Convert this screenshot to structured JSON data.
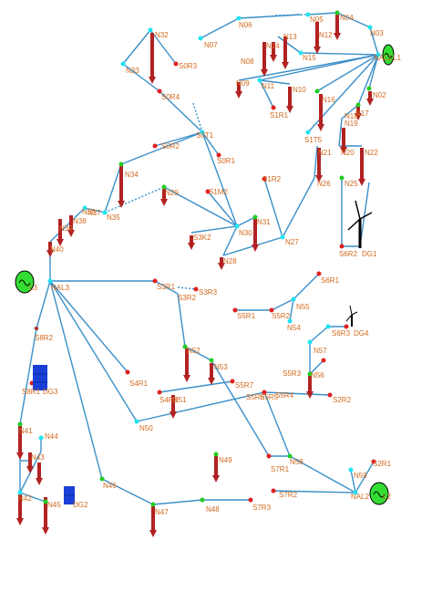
{
  "colors": {
    "edge": "#3a8fc9",
    "label": "#d2691e",
    "node_cyan": "#1fe3f0",
    "node_red": "#e02020",
    "node_green": "#22cc22",
    "load_arrow": "#b22222",
    "dg_block": "#1a3fd6",
    "generator": "#33dd33"
  },
  "labels": [
    {
      "id": "N32",
      "text": "N32"
    },
    {
      "id": "N33",
      "text": "N33"
    },
    {
      "id": "S0R3",
      "text": "S0R3"
    },
    {
      "id": "N07",
      "text": "N07"
    },
    {
      "id": "N06",
      "text": "N06"
    },
    {
      "id": "N05",
      "text": "N05"
    },
    {
      "id": "N04",
      "text": "N04"
    },
    {
      "id": "N03",
      "text": "N03"
    },
    {
      "id": "N13",
      "text": "N13"
    },
    {
      "id": "N12",
      "text": "N12"
    },
    {
      "id": "N14",
      "text": "N14"
    },
    {
      "id": "N15",
      "text": "N15"
    },
    {
      "id": "NAL1",
      "text": "NAL1"
    },
    {
      "id": "N08",
      "text": "N08"
    },
    {
      "id": "N09",
      "text": "N09"
    },
    {
      "id": "N11",
      "text": "N11"
    },
    {
      "id": "N10",
      "text": "N10"
    },
    {
      "id": "N02",
      "text": "N02"
    },
    {
      "id": "S0R4",
      "text": "S0R4"
    },
    {
      "id": "S1R1",
      "text": "S1R1"
    },
    {
      "id": "N16",
      "text": "N16"
    },
    {
      "id": "N17",
      "text": "N17"
    },
    {
      "id": "N18",
      "text": "N18"
    },
    {
      "id": "N19",
      "text": "N19"
    },
    {
      "id": "S0T1",
      "text": "S0T1"
    },
    {
      "id": "S1T5",
      "text": "S1T5"
    },
    {
      "id": "S0R2",
      "text": "S0R2"
    },
    {
      "id": "S0R1",
      "text": "S0R1"
    },
    {
      "id": "N21",
      "text": "N21"
    },
    {
      "id": "N20",
      "text": "N20"
    },
    {
      "id": "N22",
      "text": "N22"
    },
    {
      "id": "N34",
      "text": "N34"
    },
    {
      "id": "S1R2",
      "text": "S1R2"
    },
    {
      "id": "N26",
      "text": "N26"
    },
    {
      "id": "N25",
      "text": "N25"
    },
    {
      "id": "N29",
      "text": "N29"
    },
    {
      "id": "S1M2",
      "text": "S1M2"
    },
    {
      "id": "N36",
      "text": "N36"
    },
    {
      "id": "N35",
      "text": "N35"
    },
    {
      "id": "N37",
      "text": "N37"
    },
    {
      "id": "N38",
      "text": "N38"
    },
    {
      "id": "N39",
      "text": "N39"
    },
    {
      "id": "N31",
      "text": "N31"
    },
    {
      "id": "N30",
      "text": "N30"
    },
    {
      "id": "S3K2",
      "text": "S3K2"
    },
    {
      "id": "N27",
      "text": "N27"
    },
    {
      "id": "N40",
      "text": "N40"
    },
    {
      "id": "N28",
      "text": "N28"
    },
    {
      "id": "S6R2",
      "text": "S6R2"
    },
    {
      "id": "DG1",
      "text": "DG1"
    },
    {
      "id": "L3",
      "text": "L3"
    },
    {
      "id": "NAL3",
      "text": "NAL3"
    },
    {
      "id": "S3R1",
      "text": "S3R1"
    },
    {
      "id": "S3R2",
      "text": "S3R2"
    },
    {
      "id": "S3R3",
      "text": "S3R3"
    },
    {
      "id": "S6R1",
      "text": "S6R1"
    },
    {
      "id": "N55",
      "text": "N55"
    },
    {
      "id": "S5R1",
      "text": "S5R1"
    },
    {
      "id": "S5R2",
      "text": "S5R2"
    },
    {
      "id": "N54",
      "text": "N54"
    },
    {
      "id": "S8R2",
      "text": "S8R2"
    },
    {
      "id": "S6R3",
      "text": "S6R3"
    },
    {
      "id": "DG4",
      "text": "DG4"
    },
    {
      "id": "N52",
      "text": "N52"
    },
    {
      "id": "N57",
      "text": "N57"
    },
    {
      "id": "N53",
      "text": "N53"
    },
    {
      "id": "S5R3",
      "text": "S5R3"
    },
    {
      "id": "N56",
      "text": "N56"
    },
    {
      "id": "S4R1",
      "text": "S4R1"
    },
    {
      "id": "S5R7",
      "text": "S5R7"
    },
    {
      "id": "S8R1",
      "text": "S8R1"
    },
    {
      "id": "DG3",
      "text": "DG3"
    },
    {
      "id": "S4R2",
      "text": "S4R2"
    },
    {
      "id": "N51",
      "text": "N51"
    },
    {
      "id": "S5R6",
      "text": "S5R6"
    },
    {
      "id": "S5R5",
      "text": "S5R5"
    },
    {
      "id": "S5R4",
      "text": "S5R4"
    },
    {
      "id": "S2R2",
      "text": "S2R2"
    },
    {
      "id": "N50",
      "text": "N50"
    },
    {
      "id": "N41",
      "text": "N41"
    },
    {
      "id": "N44",
      "text": "N44"
    },
    {
      "id": "N43",
      "text": "N43"
    },
    {
      "id": "N58",
      "text": "N58"
    },
    {
      "id": "S2R1",
      "text": "S2R1"
    },
    {
      "id": "N49",
      "text": "N49"
    },
    {
      "id": "S7R1",
      "text": "S7R1"
    },
    {
      "id": "N59",
      "text": "N59"
    },
    {
      "id": "N46",
      "text": "N46"
    },
    {
      "id": "S7R2",
      "text": "S7R2"
    },
    {
      "id": "NAL2",
      "text": "NAL2"
    },
    {
      "id": "L2",
      "text": "L2"
    },
    {
      "id": "N42",
      "text": "N42"
    },
    {
      "id": "N45",
      "text": "N45"
    },
    {
      "id": "DG2",
      "text": "DG2"
    },
    {
      "id": "N47",
      "text": "N47"
    },
    {
      "id": "N48",
      "text": "N48"
    },
    {
      "id": "S7R3",
      "text": "S7R3"
    },
    {
      "id": "L1",
      "text": "L1"
    }
  ]
}
